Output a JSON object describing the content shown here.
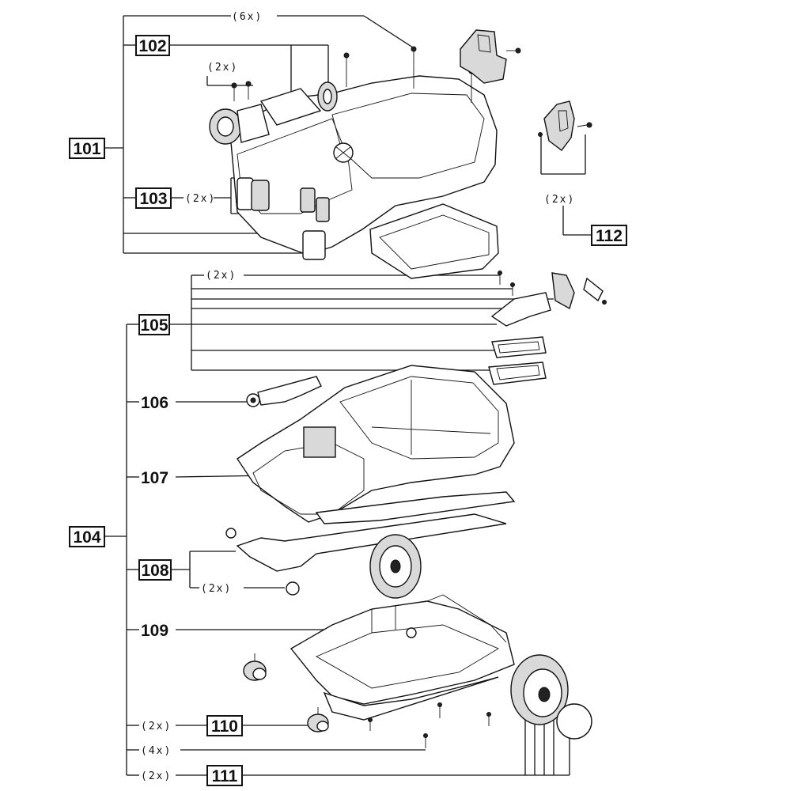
{
  "callouts": {
    "c101": "101",
    "c102": "102",
    "c103": "103",
    "c104": "104",
    "c105": "105",
    "c106": "106",
    "c107": "107",
    "c108": "108",
    "c109": "109",
    "c110": "110",
    "c111": "111",
    "c112": "112"
  },
  "quantities": {
    "q6_top": "(6x)",
    "q2_102": "(2x)",
    "q2_103": "(2x)",
    "q2_112": "(2x)",
    "q2_105": "(2x)",
    "q2_108": "(2x)",
    "q2_110": "(2x)",
    "q4_screws": "(4x)",
    "q2_111": "(2x)"
  }
}
